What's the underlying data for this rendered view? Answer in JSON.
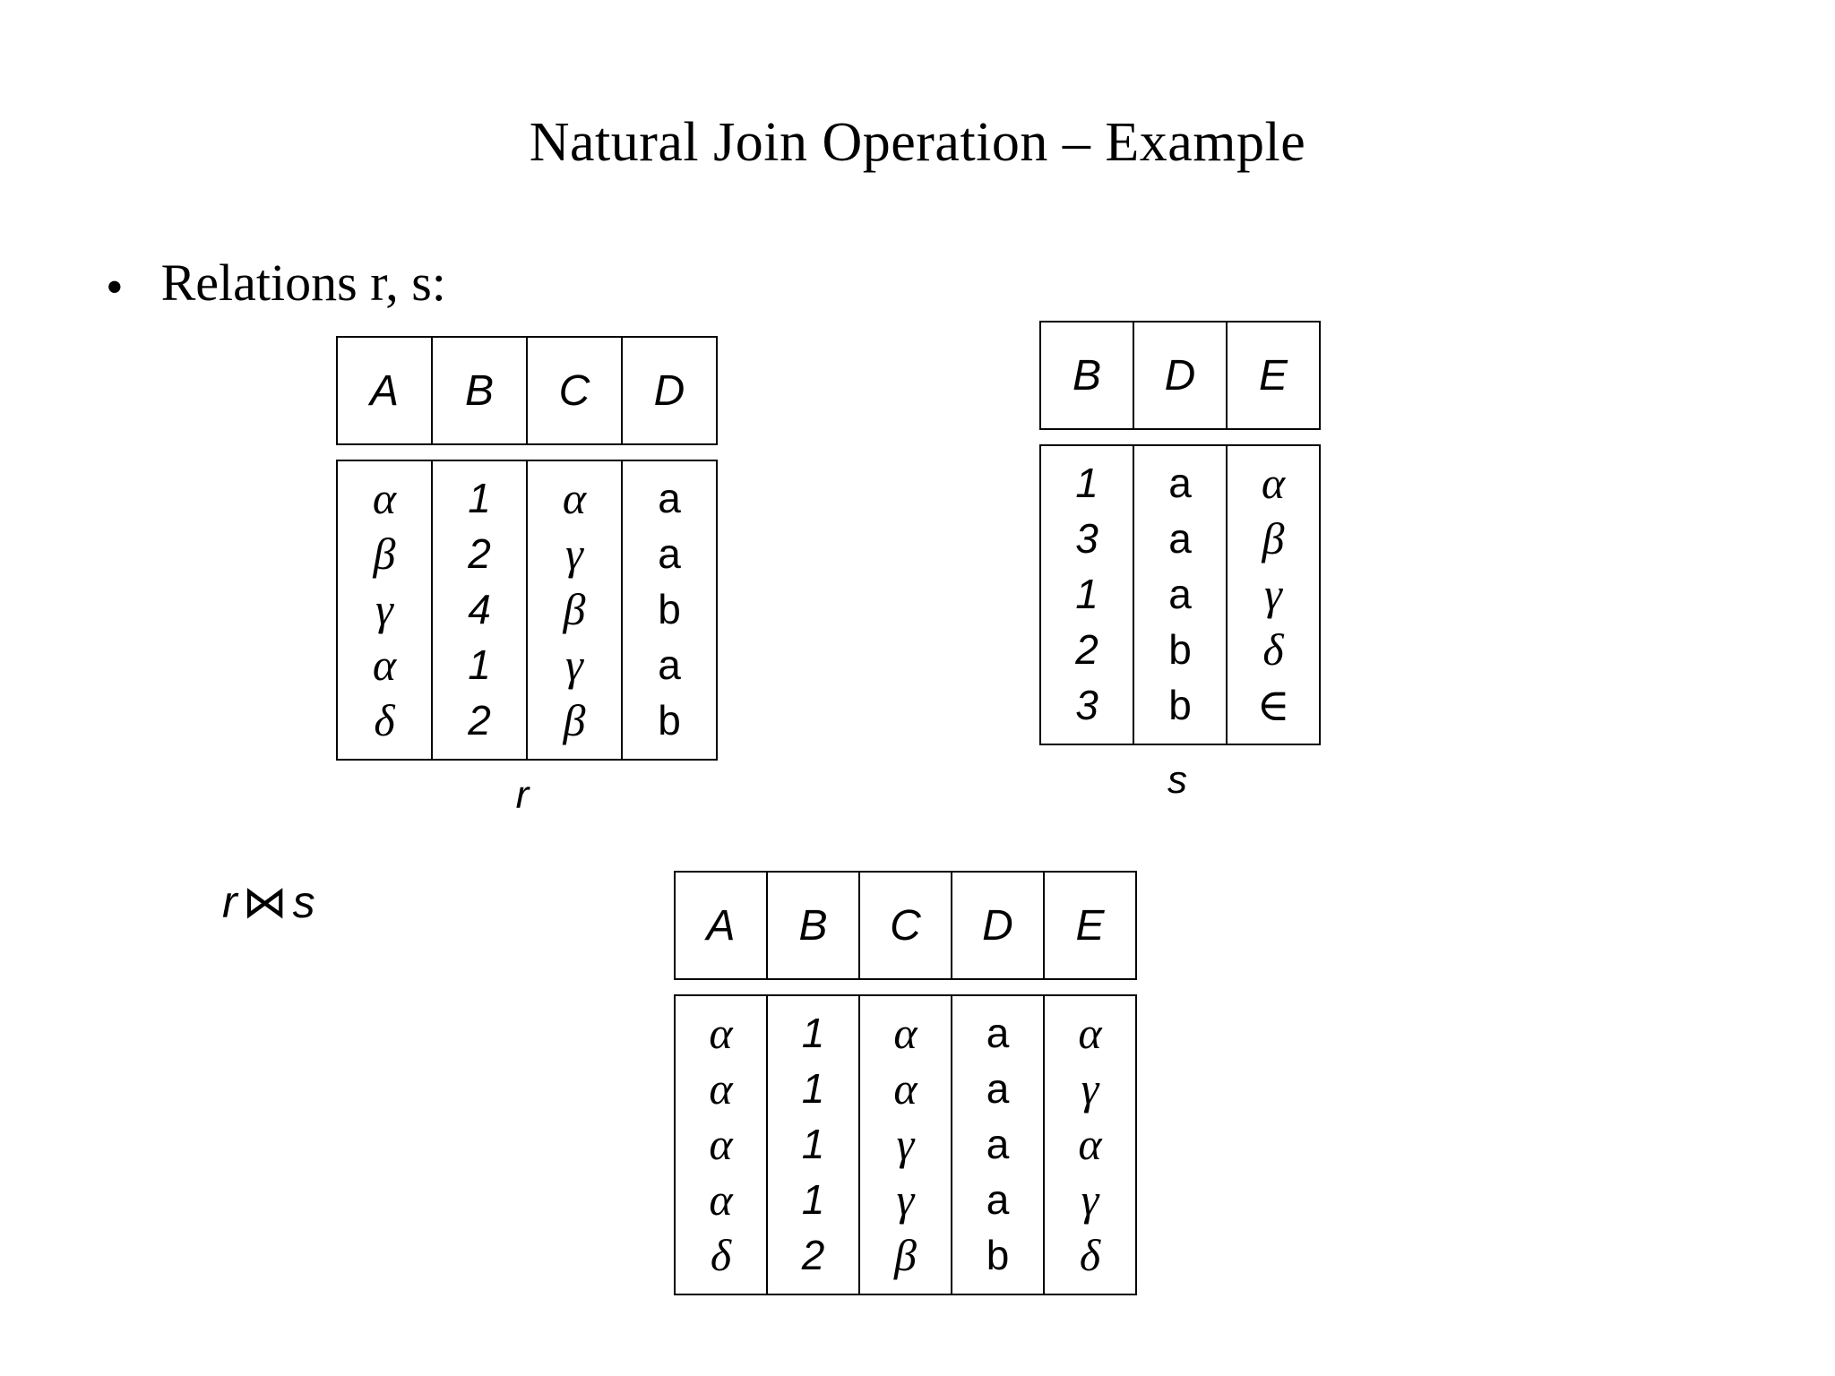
{
  "slide": {
    "title": "Natural Join Operation – Example",
    "bullet_marker": "•",
    "bullet_text": "Relations r, s:"
  },
  "join_expression": {
    "left_operand": "r",
    "operator": "⋈",
    "operator_name": "natural-join-bowtie",
    "right_operand": "s"
  },
  "relation_r": {
    "label": "r",
    "columns": [
      "A",
      "B",
      "C",
      "D"
    ],
    "column_types": [
      "sym",
      "num",
      "sym",
      "lit"
    ],
    "rows": [
      [
        "α",
        "1",
        "α",
        "a"
      ],
      [
        "β",
        "2",
        "γ",
        "a"
      ],
      [
        "γ",
        "4",
        "β",
        "b"
      ],
      [
        "α",
        "1",
        "γ",
        "a"
      ],
      [
        "δ",
        "2",
        "β",
        "b"
      ]
    ],
    "columns_joined": {
      "A": "α\nβ\nγ\nα\nδ",
      "B": "1\n2\n4\n1\n2",
      "C": "α\nγ\nβ\nγ\nβ",
      "D": "a\na\nb\na\nb"
    }
  },
  "relation_s": {
    "label": "s",
    "columns": [
      "B",
      "D",
      "E"
    ],
    "column_types": [
      "num",
      "lit",
      "sym"
    ],
    "rows": [
      [
        "1",
        "a",
        "α"
      ],
      [
        "3",
        "a",
        "β"
      ],
      [
        "1",
        "a",
        "γ"
      ],
      [
        "2",
        "b",
        "δ"
      ],
      [
        "3",
        "b",
        "∈"
      ]
    ],
    "columns_joined": {
      "B": "1\n3\n1\n2\n3",
      "D": "a\na\na\nb\nb",
      "E": "α\nβ\nγ\nδ\n∈"
    }
  },
  "relation_result": {
    "label": "",
    "columns": [
      "A",
      "B",
      "C",
      "D",
      "E"
    ],
    "column_types": [
      "sym",
      "num",
      "sym",
      "lit",
      "sym"
    ],
    "rows": [
      [
        "α",
        "1",
        "α",
        "a",
        "α"
      ],
      [
        "α",
        "1",
        "α",
        "a",
        "γ"
      ],
      [
        "α",
        "1",
        "γ",
        "a",
        "α"
      ],
      [
        "α",
        "1",
        "γ",
        "a",
        "γ"
      ],
      [
        "δ",
        "2",
        "β",
        "b",
        "δ"
      ]
    ],
    "columns_joined": {
      "A": "α\nα\nα\nα\nδ",
      "B": "1\n1\n1\n1\n2",
      "C": "α\nα\nγ\nγ\nβ",
      "D": "a\na\na\na\nb",
      "E": "α\nγ\nα\nγ\nδ"
    }
  },
  "colors": {
    "background": "#ffffff",
    "text": "#000000",
    "border": "#000000"
  }
}
